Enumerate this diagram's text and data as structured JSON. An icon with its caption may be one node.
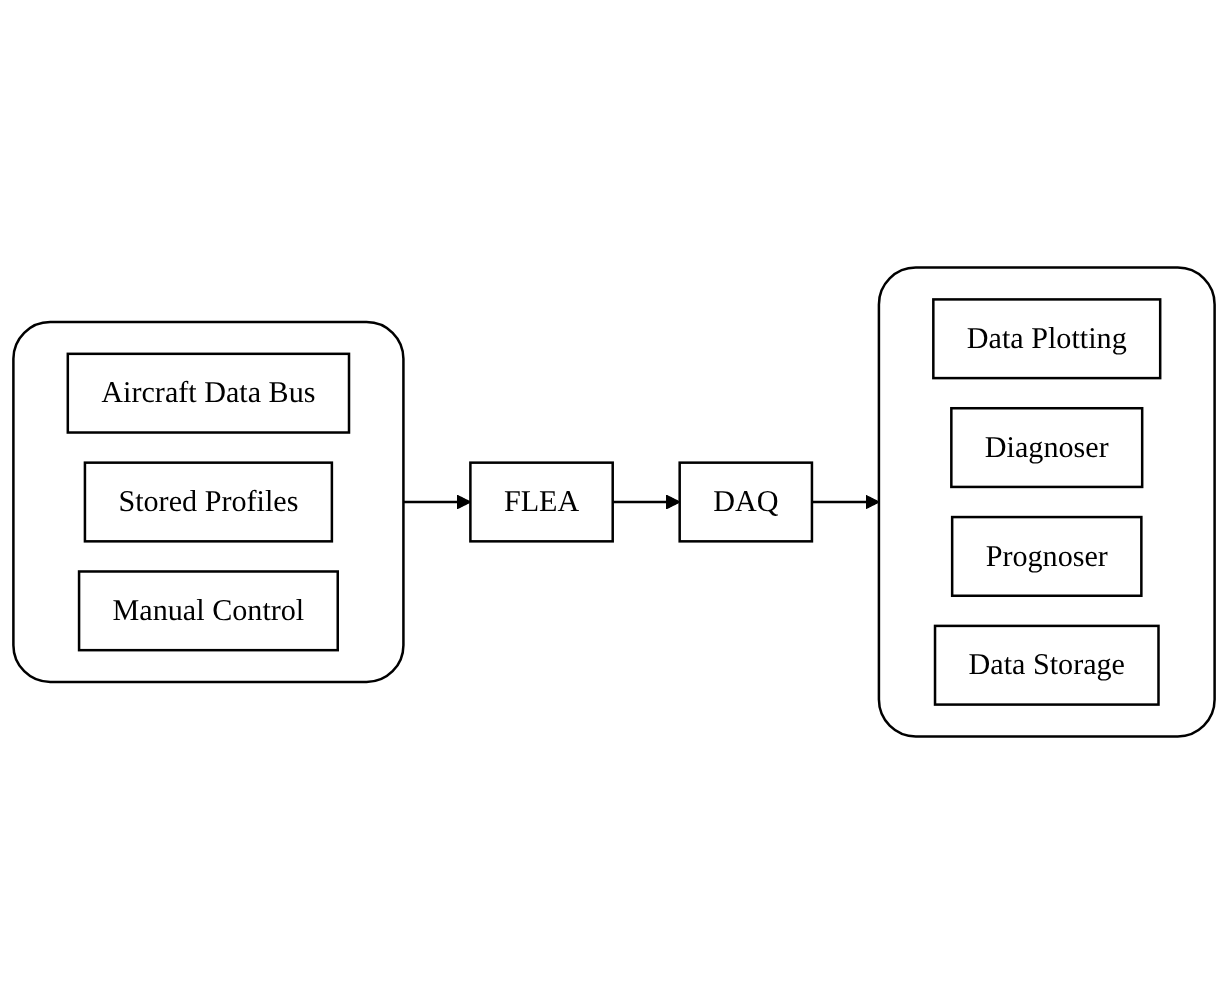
{
  "diagram": {
    "nodes": [
      {
        "text": [],
        "shape": "box"
      },
      {
        "text": [
          "Aircraft Data Bus"
        ],
        "in": 0
      },
      {
        "text": [
          "Stored Profiles"
        ],
        "in": 0
      },
      {
        "text": [
          "Manual Control"
        ],
        "in": 0
      },
      {
        "text": [
          "FLEA"
        ]
      },
      {
        "text": [
          "DAQ"
        ]
      },
      {
        "text": [],
        "shape": "box"
      },
      {
        "text": [
          "Data Plotting"
        ],
        "in": 6
      },
      {
        "text": [
          "Diagnoser"
        ],
        "in": 6
      },
      {
        "text": [
          "Prognoser"
        ],
        "in": 6
      },
      {
        "text": [
          "Data Storage"
        ],
        "in": 6
      }
    ],
    "edges": [
      {
        "from": 0,
        "to": 4,
        "arrow": "to"
      },
      {
        "from": 4,
        "to": 5,
        "arrow": "to"
      },
      {
        "from": 5,
        "to": 6,
        "arrow": "to"
      }
    ]
  }
}
